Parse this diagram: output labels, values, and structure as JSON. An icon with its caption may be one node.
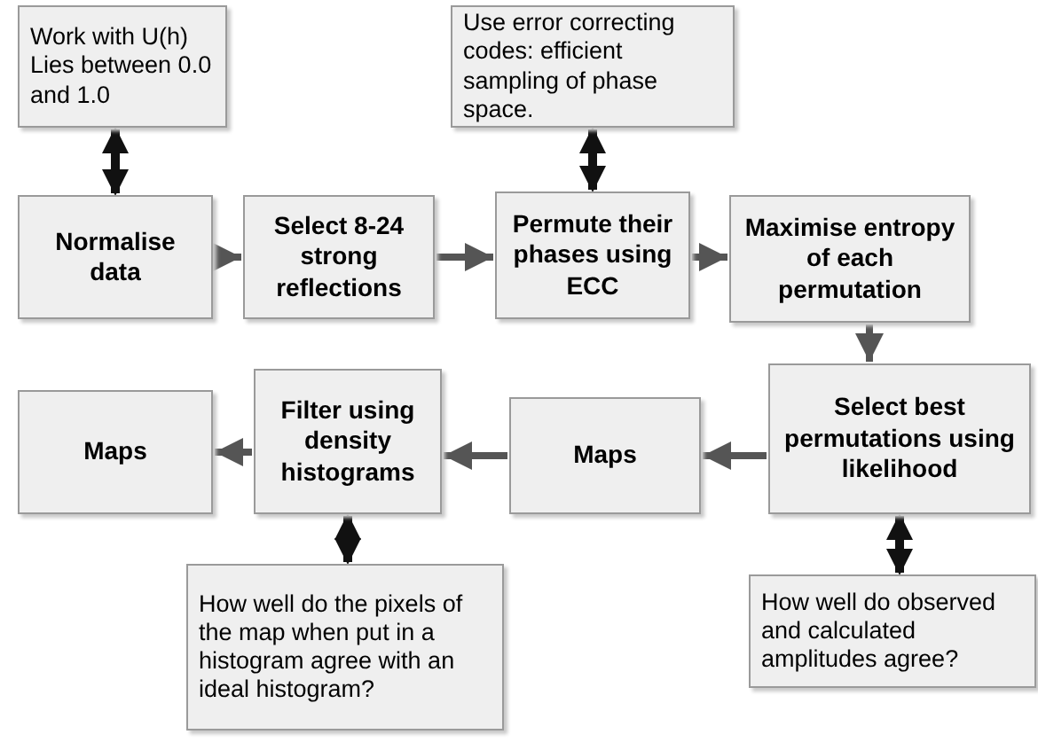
{
  "diagram": {
    "nodes": [
      {
        "text": [
          "Work with U(h) Lies between 0.0 and 1.0"
        ]
      },
      {
        "text": [
          "Normalise data"
        ]
      },
      {
        "text": [
          "Select 8-24 strong reflections"
        ]
      },
      {
        "text": [
          "Permute their phases using ECC"
        ]
      },
      {
        "text": [
          "Use error correcting codes: efficient sampling of phase space."
        ]
      },
      {
        "text": [
          "Maximise entropy of each permutation"
        ]
      },
      {
        "text": [
          "Select best permutations using likelihood"
        ]
      },
      {
        "text": [
          "How well do observed and calculated amplitudes agree?"
        ]
      },
      {
        "text": [
          "Maps"
        ]
      },
      {
        "text": [
          "Filter using density histograms"
        ]
      },
      {
        "text": [
          "Maps"
        ]
      },
      {
        "text": [
          "How well do the pixels of the map when put in a histogram agree with an ideal histogram?"
        ]
      }
    ],
    "edges": [
      {
        "from": 0,
        "to": 1,
        "arrow": "both",
        "color": "#111111"
      },
      {
        "from": 1,
        "to": 2,
        "arrow": "to"
      },
      {
        "from": 2,
        "to": 3,
        "arrow": "to"
      },
      {
        "from": 4,
        "to": 3,
        "arrow": "both",
        "color": "#111111"
      },
      {
        "from": 3,
        "to": 5,
        "arrow": "to"
      },
      {
        "from": 5,
        "to": 6,
        "arrow": "to"
      },
      {
        "from": 6,
        "to": 7,
        "arrow": "both",
        "color": "#111111"
      },
      {
        "from": 6,
        "to": 8,
        "arrow": "to"
      },
      {
        "from": 8,
        "to": 9,
        "arrow": "to"
      },
      {
        "from": 9,
        "to": 10,
        "arrow": "to"
      },
      {
        "from": 9,
        "to": 11,
        "arrow": "both",
        "color": "#111111"
      }
    ]
  }
}
